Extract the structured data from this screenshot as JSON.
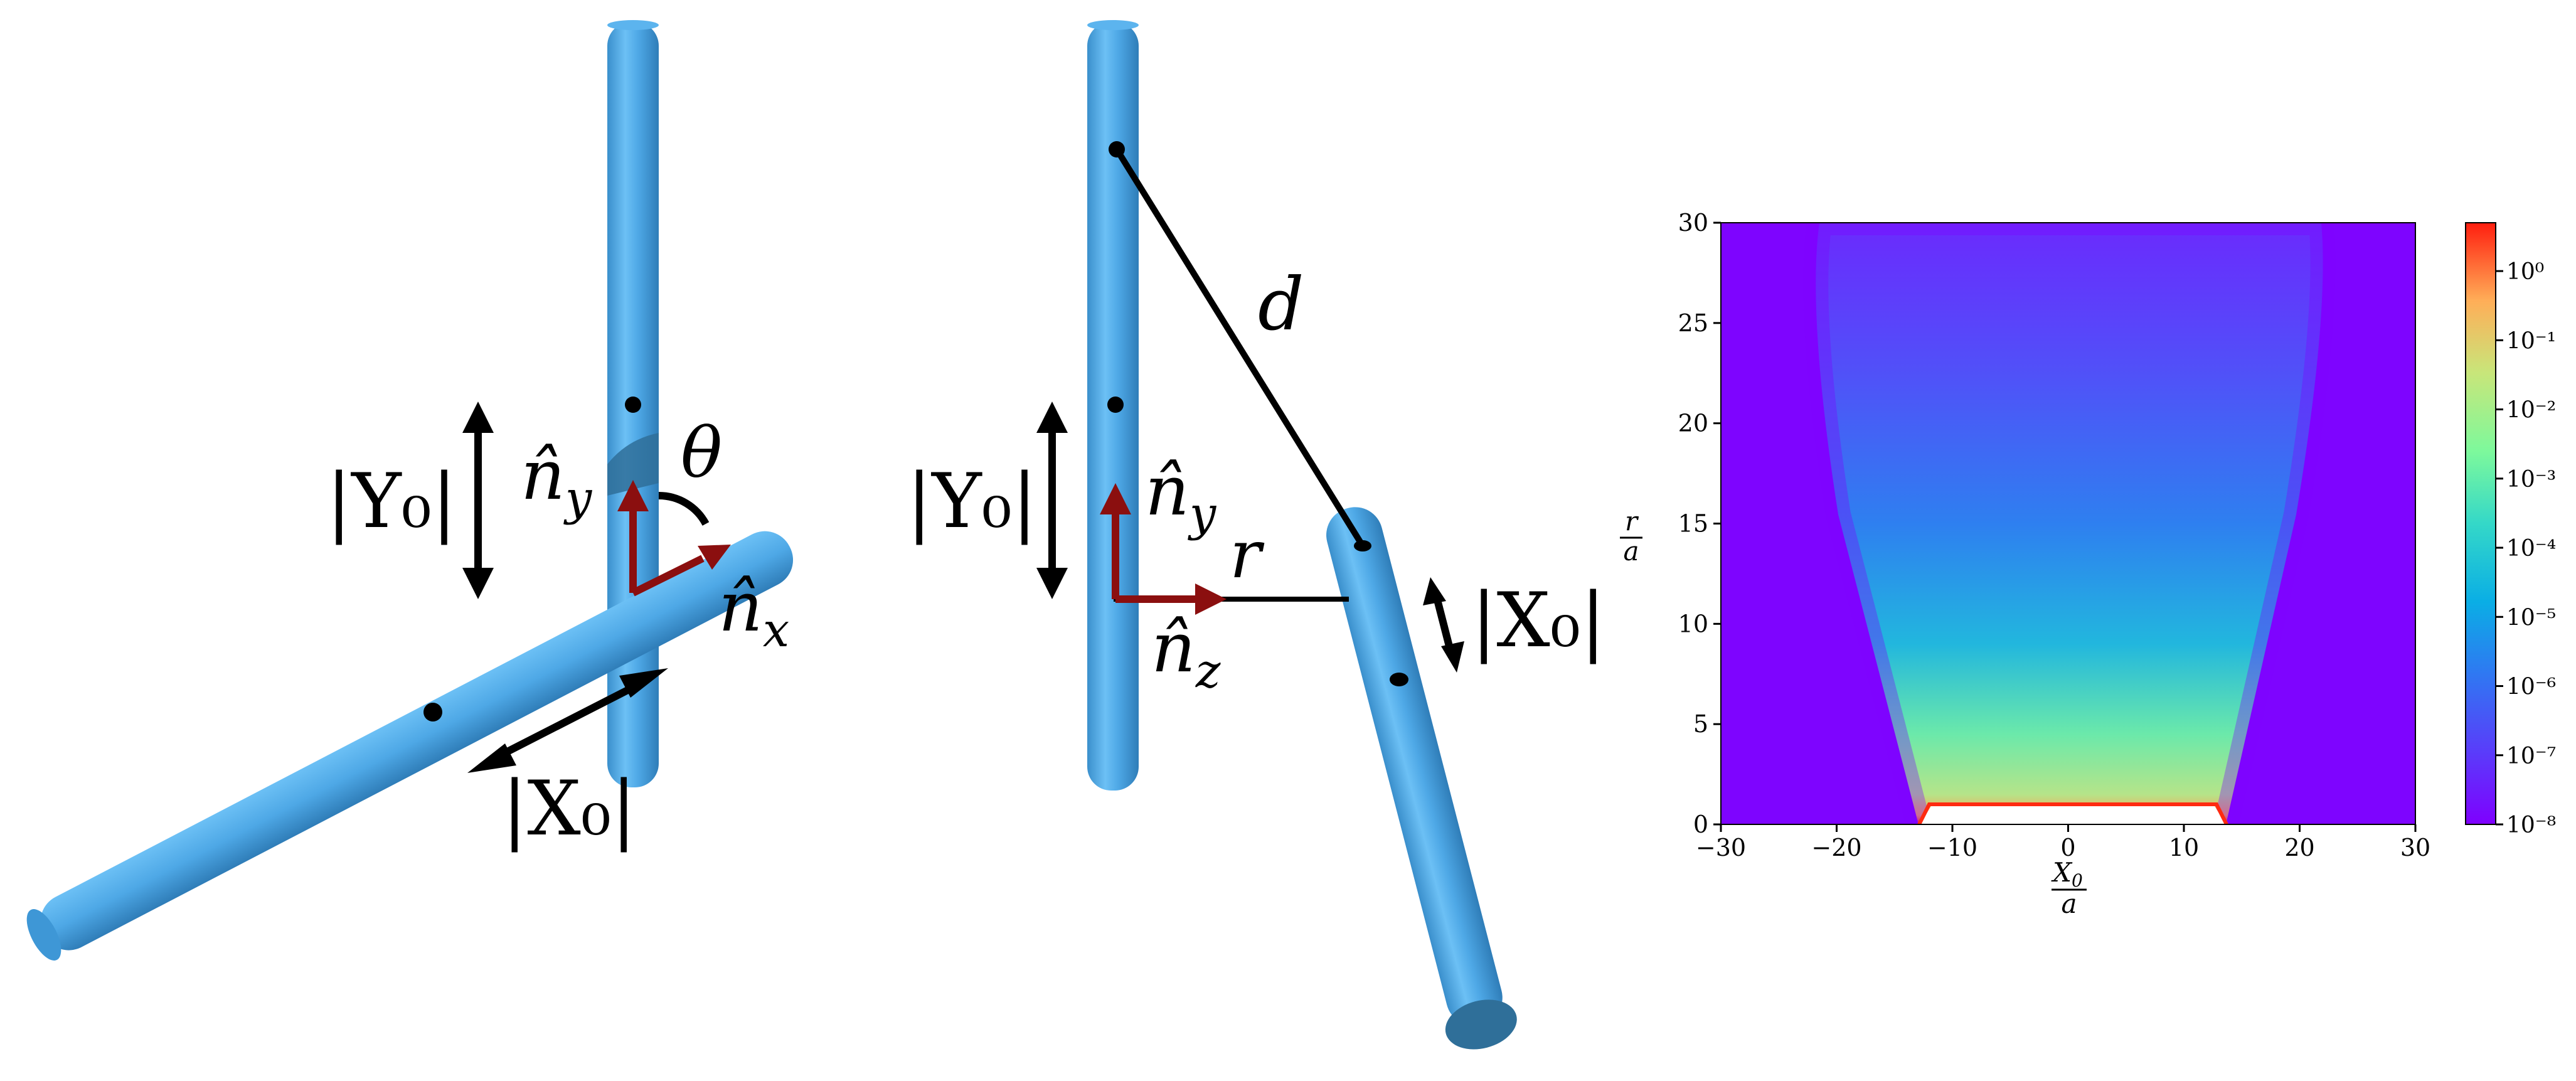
{
  "panel1": {
    "y0_label": "|Y₀|",
    "ny_label": "n̂",
    "ny_sub": "y",
    "theta_label": "θ",
    "nx_label": "n̂",
    "nx_sub": "x",
    "x0_label": "|X₀|"
  },
  "panel2": {
    "d_label": "d",
    "y0_label": "|Y₀|",
    "ny_label": "n̂",
    "ny_sub": "y",
    "r_label": "r",
    "nz_label": "n̂",
    "nz_sub": "z",
    "x0_label": "|X₀|"
  },
  "colors": {
    "rod": "#4ea8e6",
    "rod_dark": "#2f6f99",
    "arrow_red": "#8b0f0f"
  },
  "chart_data": {
    "type": "heatmap",
    "xlabel": "X₀ / a",
    "ylabel": "r / a",
    "xlim": [
      -30,
      30
    ],
    "ylim": [
      0,
      30
    ],
    "x_ticks": [
      "−30",
      "−20",
      "−10",
      "0",
      "10",
      "20",
      "30"
    ],
    "y_ticks": [
      "0",
      "5",
      "10",
      "15",
      "20",
      "25",
      "30"
    ],
    "colorbar": {
      "scale": "log",
      "range": [
        1e-08,
        5
      ],
      "ticks": [
        "10⁰",
        "10⁻¹",
        "10⁻²",
        "10⁻³",
        "10⁻⁴",
        "10⁻⁵",
        "10⁻⁶",
        "10⁻⁷",
        "10⁻⁸"
      ],
      "colormap": "rainbow"
    },
    "description_regions": {
      "blank_region_x": [
        -13,
        13
      ],
      "blank_region_r": [
        0,
        1
      ]
    }
  }
}
